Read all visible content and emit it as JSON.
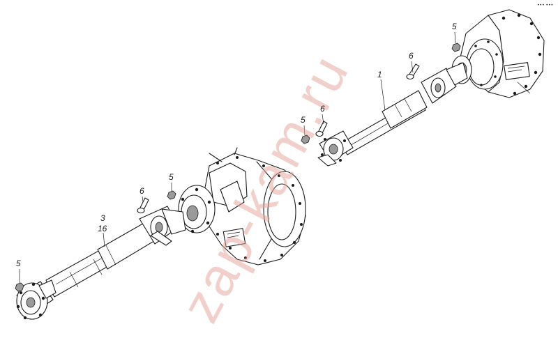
{
  "watermark": "zap-kam.ru",
  "corner_mark": "••• •••",
  "callouts": {
    "front_shaft": "1",
    "rear_shaft_a": "3",
    "rear_shaft_b": "16",
    "nut_top": "5",
    "nut_mid_right": "5",
    "nut_mid_left": "5",
    "nut_bottom_left": "5",
    "bolt_top": "6",
    "bolt_mid_right": "6",
    "bolt_mid_left": "6"
  },
  "colors": {
    "line": "#1a1a1a",
    "watermark": "#e4a096"
  }
}
